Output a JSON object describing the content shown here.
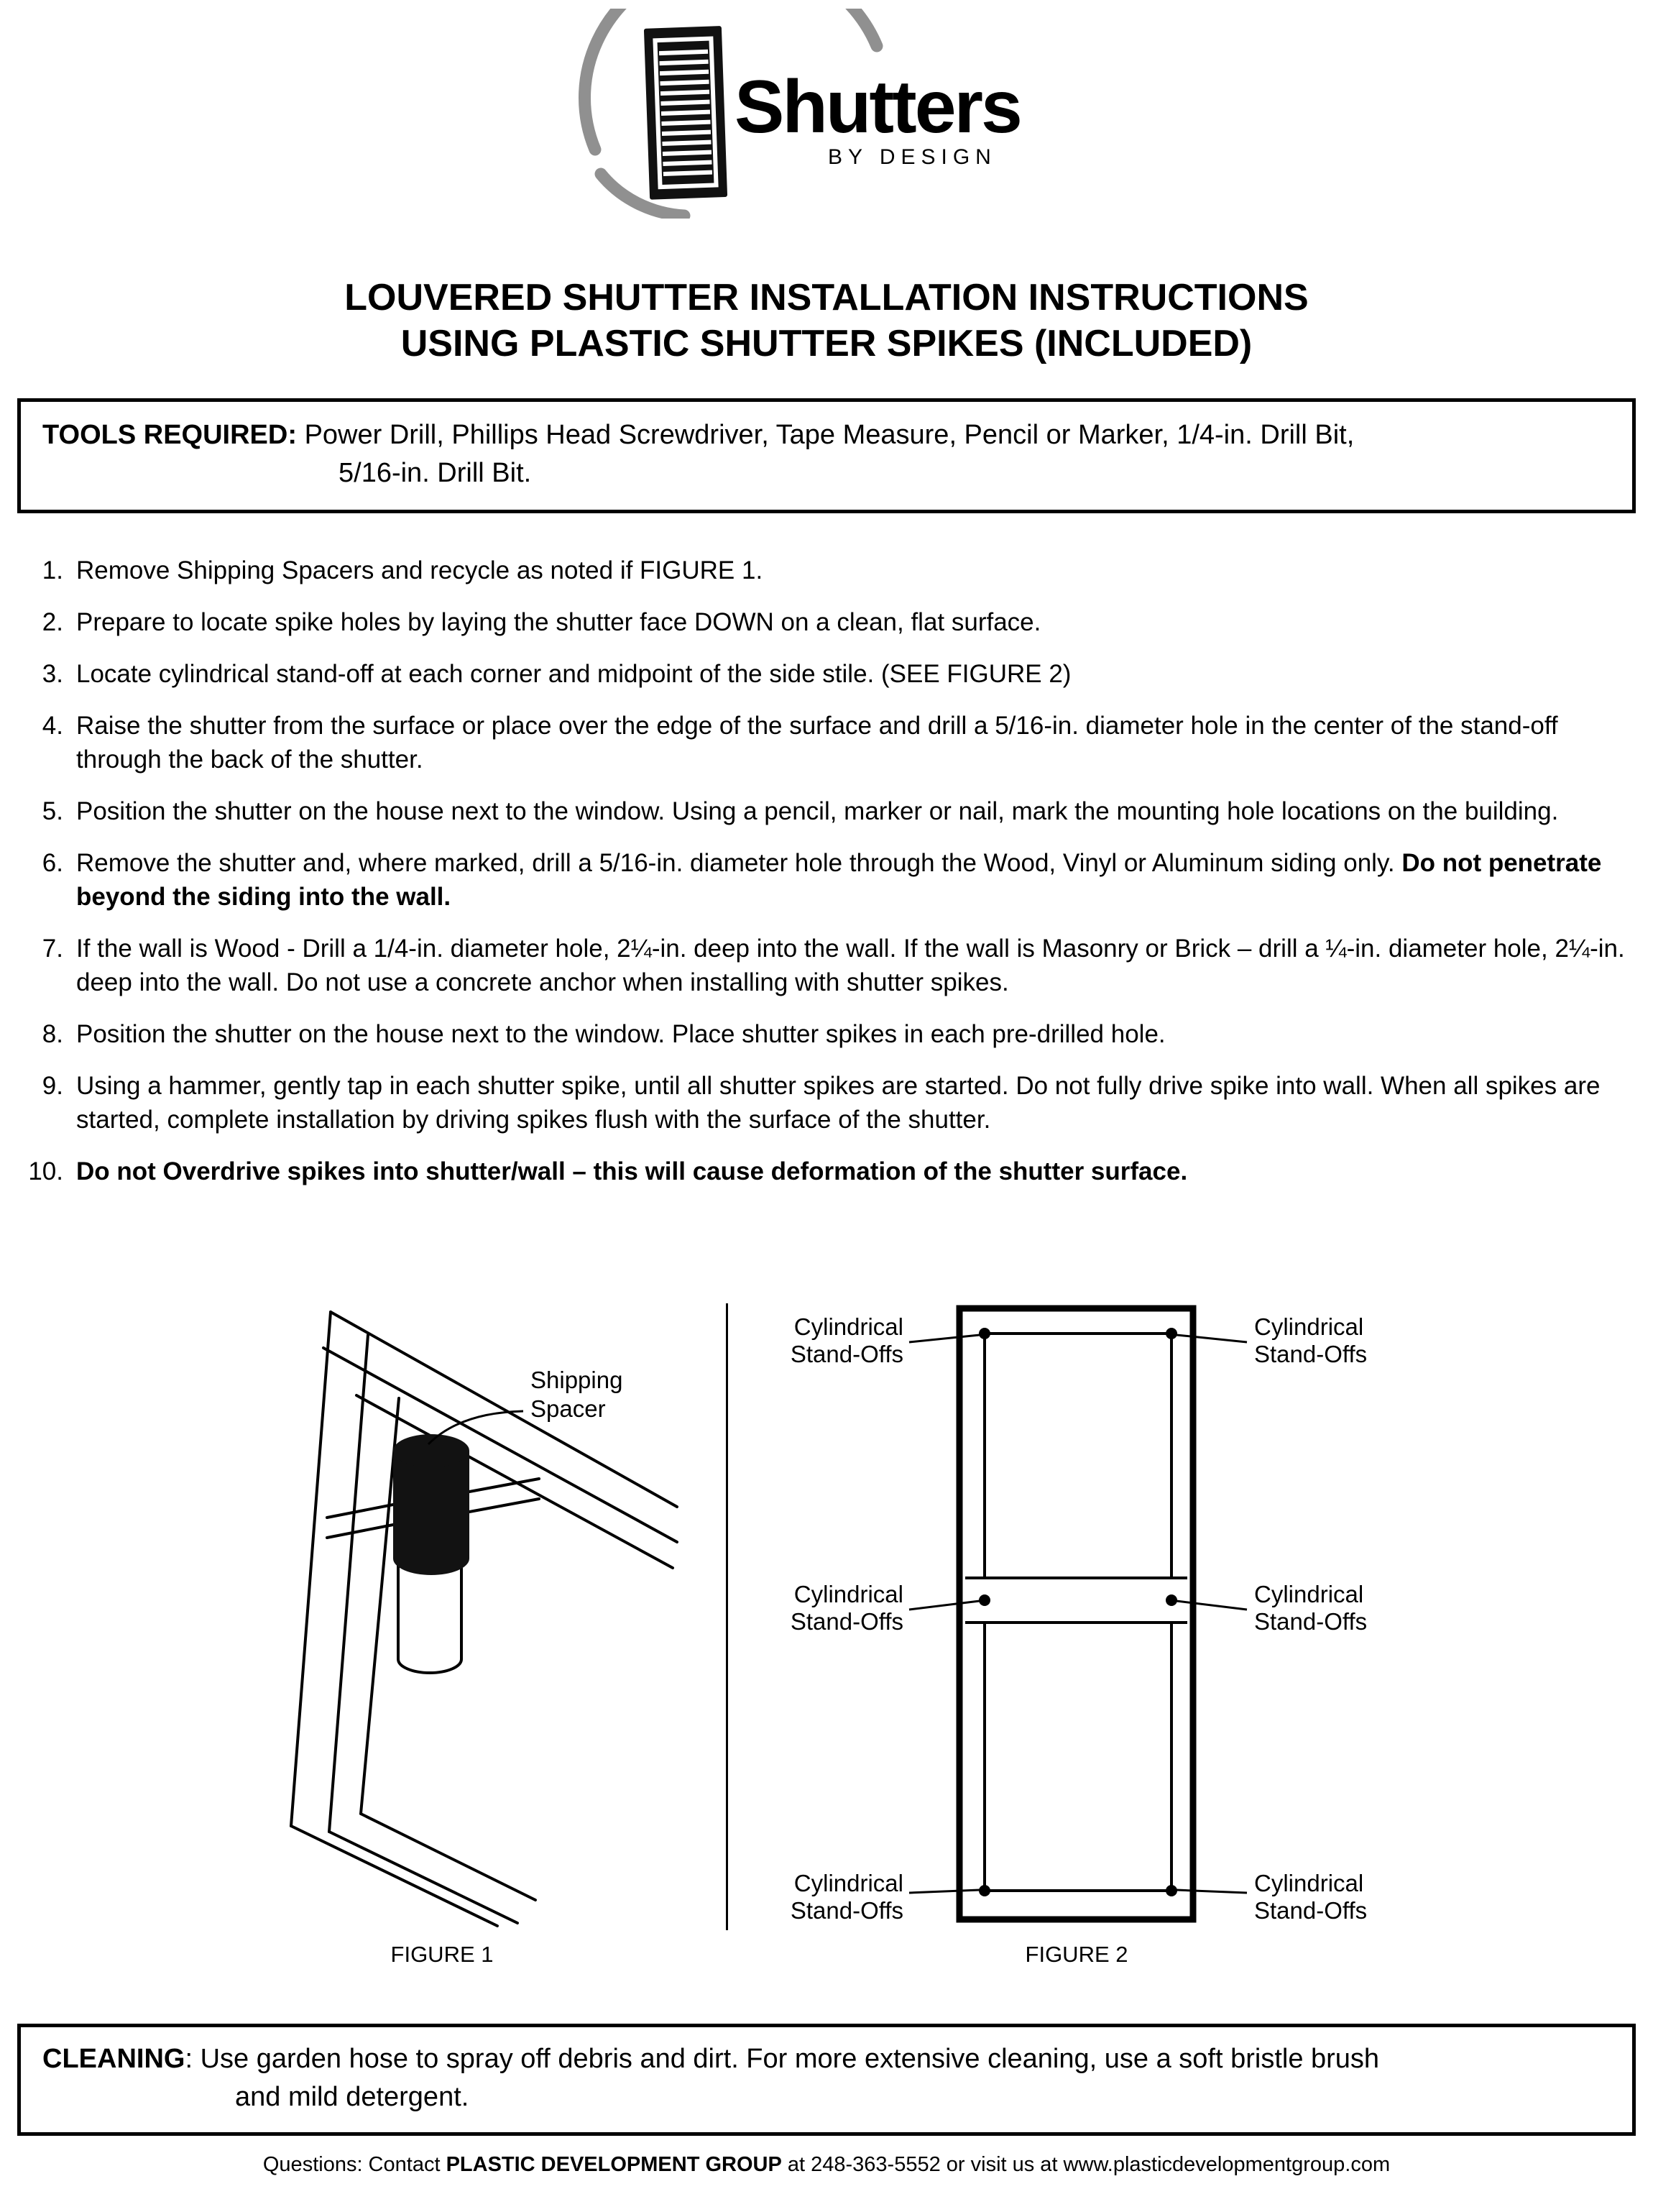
{
  "logo": {
    "brand": "Shutters",
    "tagline": "BY DESIGN"
  },
  "title": {
    "line1": "LOUVERED SHUTTER INSTALLATION INSTRUCTIONS",
    "line2": "USING PLASTIC SHUTTER SPIKES (INCLUDED)"
  },
  "tools": {
    "label": "TOOLS REQUIRED:",
    "line1": "Power Drill, Phillips Head Screwdriver, Tape Measure, Pencil or Marker, 1/4-in. Drill Bit,",
    "line2": "5/16-in. Drill Bit."
  },
  "steps": [
    {
      "num": "1.",
      "text": "Remove Shipping Spacers and recycle as noted if FIGURE 1.",
      "bold": ""
    },
    {
      "num": "2.",
      "text": "Prepare to locate spike holes by laying the shutter face DOWN on a clean, flat surface.",
      "bold": ""
    },
    {
      "num": "3.",
      "text": "Locate cylindrical stand-off at each corner and midpoint of the side stile. (SEE FIGURE 2)",
      "bold": ""
    },
    {
      "num": "4.",
      "text": "Raise the shutter from the surface or place over the edge of the surface and drill a 5/16-in. diameter hole in the center of the stand-off through the back of the shutter.",
      "bold": ""
    },
    {
      "num": "5.",
      "text": "Position the shutter on the house next to the window. Using a pencil, marker or nail, mark the mounting hole locations on the building.",
      "bold": ""
    },
    {
      "num": "6.",
      "text": "Remove the shutter and, where marked, drill a 5/16-in. diameter hole through the Wood, Vinyl or Aluminum siding only. ",
      "bold": "Do not penetrate beyond the siding into the wall."
    },
    {
      "num": "7.",
      "text": "If the wall is Wood - Drill a 1/4-in. diameter hole, 2¼-in. deep into the wall. If the wall is Masonry or Brick – drill a ¼-in. diameter hole, 2¼-in. deep into the wall. Do not use a concrete anchor when installing with shutter spikes.",
      "bold": ""
    },
    {
      "num": "8.",
      "text": "Position the shutter on the house next to the window. Place shutter spikes in each pre-drilled hole.",
      "bold": ""
    },
    {
      "num": "9.",
      "text": "Using a hammer, gently tap in each shutter spike, until all shutter spikes are started. Do not fully drive spike into wall. When all spikes are started, complete installation by driving spikes flush with the surface of the shutter.",
      "bold": ""
    },
    {
      "num": "10.",
      "text": "",
      "bold": "Do not Overdrive spikes into shutter/wall – this will cause deformation of the shutter surface."
    }
  ],
  "figure1": {
    "caption": "FIGURE 1",
    "label_line1": "Shipping",
    "label_line2": "Spacer"
  },
  "figure2": {
    "caption": "FIGURE 2",
    "label_line1": "Cylindrical",
    "label_line2": "Stand-Offs"
  },
  "cleaning": {
    "label": "CLEANING",
    "line1": ": Use garden hose to spray off debris and dirt. For more extensive cleaning, use a soft bristle brush",
    "line2": "and mild detergent."
  },
  "footer": {
    "prefix": "Questions: Contact ",
    "bold": "PLASTIC DEVELOPMENT GROUP",
    "suffix": " at 248-363-5552 or visit us at www.plasticdevelopmentgroup.com"
  },
  "colors": {
    "ink": "#000000",
    "swoosh_gray": "#909090"
  }
}
